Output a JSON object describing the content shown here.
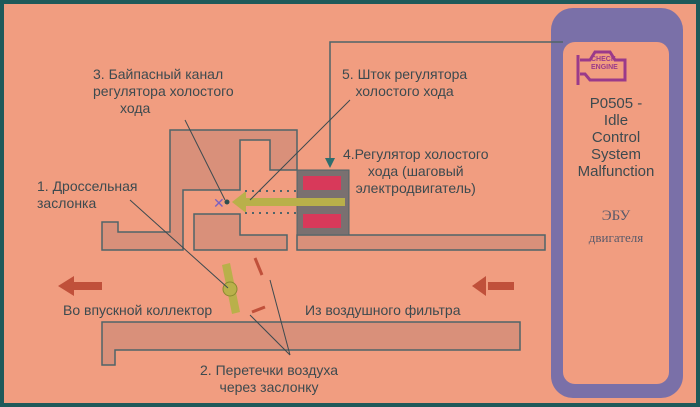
{
  "labels": {
    "bypass_channel": [
      "3. Байпасный канал",
      "регулятора холостого",
      "хода"
    ],
    "idle_rod": [
      "5. Шток регулятора",
      "холостого хода"
    ],
    "throttle": [
      "1. Дроссельная",
      "заслонка"
    ],
    "idle_regulator": [
      "4.Регулятор холостого",
      "хода (шаговый",
      "электродвигатель)"
    ],
    "to_intake": "Во впускной коллектор",
    "from_filter": "Из воздушного фильтра",
    "air_leaks": [
      "2. Перетечки воздуха",
      "через заслонку"
    ]
  },
  "ecu": {
    "check_engine": [
      "CHECK",
      "ENGINE"
    ],
    "code": [
      "P0505 -",
      "Idle",
      "Control",
      "System",
      "Malfunction"
    ],
    "name": [
      "ЭБУ",
      "двигателя"
    ]
  },
  "colors": {
    "background": "#f19d80",
    "frame": "#1f5a5a",
    "ecu_border": "#7a70a8",
    "pipe": "#d9907a",
    "stroke": "#4f6469",
    "rod": "#b9b04a",
    "coil": "#d8395a",
    "arrow": "#c0503a",
    "check_engine": "#9a3a8a"
  }
}
